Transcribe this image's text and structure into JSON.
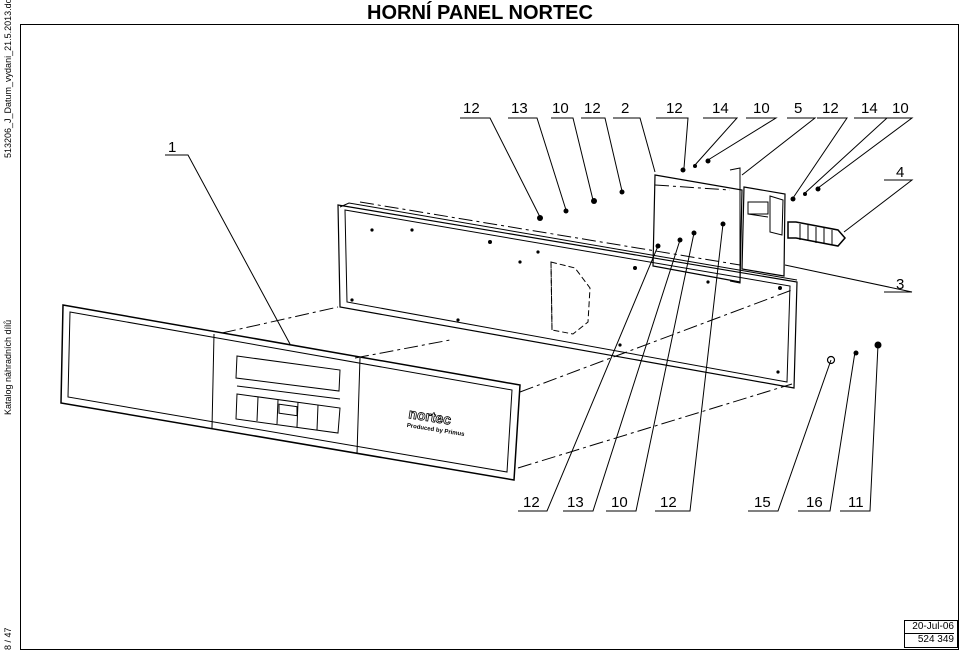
{
  "title": "HORNÍ PANEL NORTEC",
  "side_text": {
    "file": "513206_J_Datum_vydani_21.5.2013.doc",
    "catalog": "Katalog náhradních dílů",
    "page": "8 / 47"
  },
  "stamp": {
    "date": "20-Jul-06",
    "code": "524 349"
  },
  "brand": {
    "logo": "nortec",
    "tagline": "Produced by Primus"
  },
  "callouts": {
    "top": [
      "12",
      "13",
      "10",
      "12",
      "2",
      "12",
      "14",
      "10",
      "5",
      "12",
      "14",
      "10"
    ],
    "bottom": [
      "12",
      "13",
      "10",
      "12",
      "15",
      "16",
      "11"
    ],
    "part1": "1",
    "part3": "3",
    "part4": "4"
  }
}
